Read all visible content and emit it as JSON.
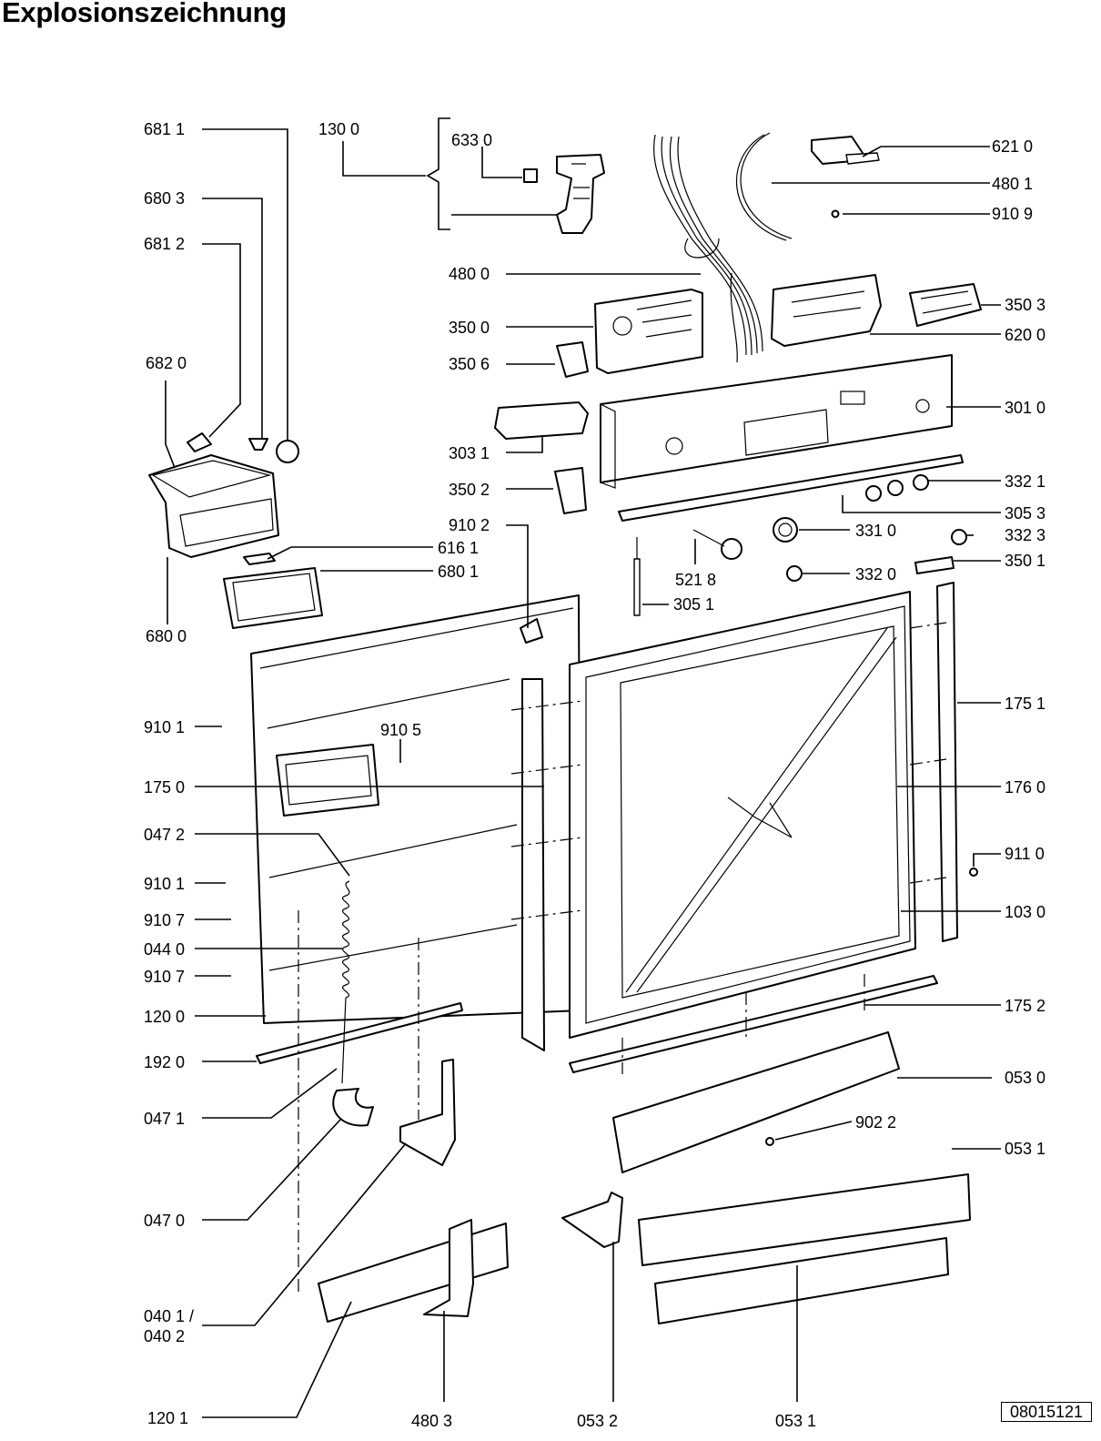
{
  "title": "Explosionszeichnung",
  "doc_number": "08015121",
  "parts": [
    {
      "id": "p6811",
      "label": "681 1"
    },
    {
      "id": "p1300",
      "label": "130 0"
    },
    {
      "id": "p6330",
      "label": "633 0"
    },
    {
      "id": "p6210",
      "label": "621 0"
    },
    {
      "id": "p4801",
      "label": "480 1"
    },
    {
      "id": "p9109",
      "label": "910 9"
    },
    {
      "id": "p6803",
      "label": "680 3"
    },
    {
      "id": "p6812",
      "label": "681 2"
    },
    {
      "id": "p4800",
      "label": "480 0"
    },
    {
      "id": "p3503",
      "label": "350 3"
    },
    {
      "id": "p3500",
      "label": "350 0"
    },
    {
      "id": "p6200",
      "label": "620 0"
    },
    {
      "id": "p6820",
      "label": "682 0"
    },
    {
      "id": "p3506",
      "label": "350 6"
    },
    {
      "id": "p3010",
      "label": "301 0"
    },
    {
      "id": "p3031",
      "label": "303 1"
    },
    {
      "id": "p3321",
      "label": "332 1"
    },
    {
      "id": "p3502",
      "label": "350 2"
    },
    {
      "id": "p3053",
      "label": "305 3"
    },
    {
      "id": "p9102",
      "label": "910 2"
    },
    {
      "id": "p3310",
      "label": "331 0"
    },
    {
      "id": "p3323",
      "label": "332 3"
    },
    {
      "id": "p6161",
      "label": "616 1"
    },
    {
      "id": "p3501",
      "label": "350 1"
    },
    {
      "id": "p6801",
      "label": "680 1"
    },
    {
      "id": "p5218",
      "label": "521 8"
    },
    {
      "id": "p3320",
      "label": "332 0"
    },
    {
      "id": "p3051",
      "label": "305 1"
    },
    {
      "id": "p6800",
      "label": "680 0"
    },
    {
      "id": "p1751",
      "label": "175 1"
    },
    {
      "id": "p9101a",
      "label": "910 1"
    },
    {
      "id": "p9105",
      "label": "910 5"
    },
    {
      "id": "p1750",
      "label": "175 0"
    },
    {
      "id": "p1760",
      "label": "176 0"
    },
    {
      "id": "p0472",
      "label": "047 2"
    },
    {
      "id": "p9110",
      "label": "911 0"
    },
    {
      "id": "p9101b",
      "label": "910 1"
    },
    {
      "id": "p1030",
      "label": "103 0"
    },
    {
      "id": "p9107a",
      "label": "910 7"
    },
    {
      "id": "p0440",
      "label": "044 0"
    },
    {
      "id": "p9107b",
      "label": "910 7"
    },
    {
      "id": "p1752",
      "label": "175 2"
    },
    {
      "id": "p1200",
      "label": "120 0"
    },
    {
      "id": "p1920",
      "label": "192 0"
    },
    {
      "id": "p0530",
      "label": "053 0"
    },
    {
      "id": "p0471",
      "label": "047 1"
    },
    {
      "id": "p9022",
      "label": "902 2"
    },
    {
      "id": "p0531a",
      "label": "053 1"
    },
    {
      "id": "p0470",
      "label": "047 0"
    },
    {
      "id": "p0401",
      "label": "040 1 /"
    },
    {
      "id": "p0402",
      "label": "040 2"
    },
    {
      "id": "p4803",
      "label": "480 3"
    },
    {
      "id": "p0532",
      "label": "053 2"
    },
    {
      "id": "p0531b",
      "label": "053 1"
    },
    {
      "id": "p1201",
      "label": "120 1"
    }
  ]
}
